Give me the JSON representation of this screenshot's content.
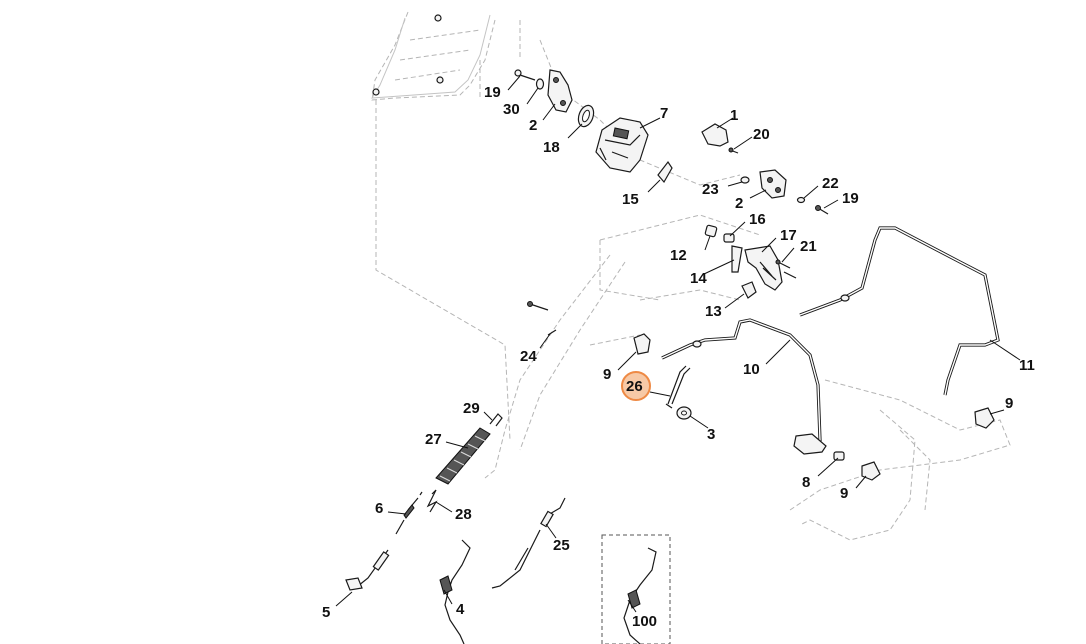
{
  "diagram": {
    "callouts": [
      "1",
      "2",
      "2",
      "3",
      "4",
      "5",
      "6",
      "7",
      "8",
      "9",
      "9",
      "9",
      "10",
      "11",
      "12",
      "13",
      "14",
      "15",
      "16",
      "17",
      "18",
      "19",
      "19",
      "20",
      "21",
      "22",
      "23",
      "24",
      "25",
      "26",
      "27",
      "28",
      "29",
      "30",
      "100"
    ],
    "highlighted_callout": "26",
    "colors": {
      "highlight_fill": "#f7c9a6",
      "highlight_stroke": "#ee8a45",
      "line": "#1a1a1a",
      "ghost": "#b5b5b5"
    }
  }
}
